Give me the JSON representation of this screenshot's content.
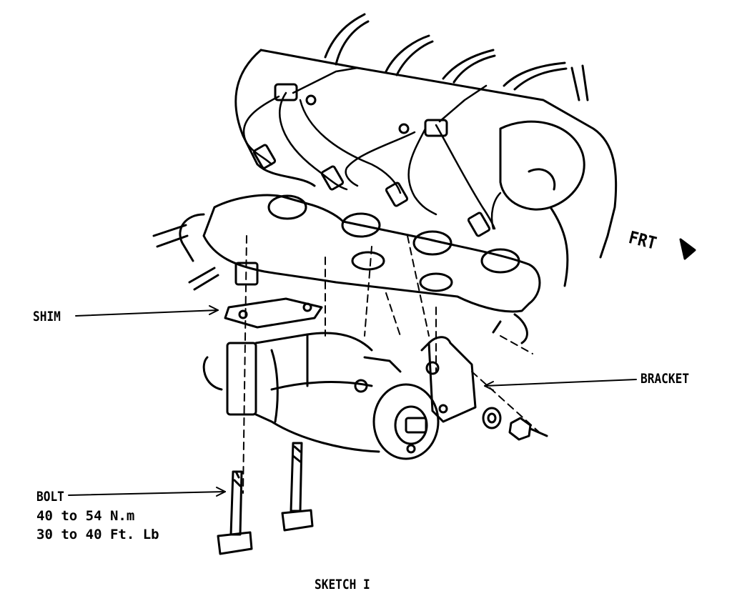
{
  "labels": {
    "shim": "SHIM",
    "bracket": "BRACKET",
    "bolt": "BOLT",
    "torque_nm": "40 to 54 N.m",
    "torque_ftlb": "30 to 40 Ft. Lb",
    "front": "FRT",
    "caption": "SKETCH I"
  },
  "colors": {
    "ink": "#000000",
    "paper": "#ffffff"
  }
}
